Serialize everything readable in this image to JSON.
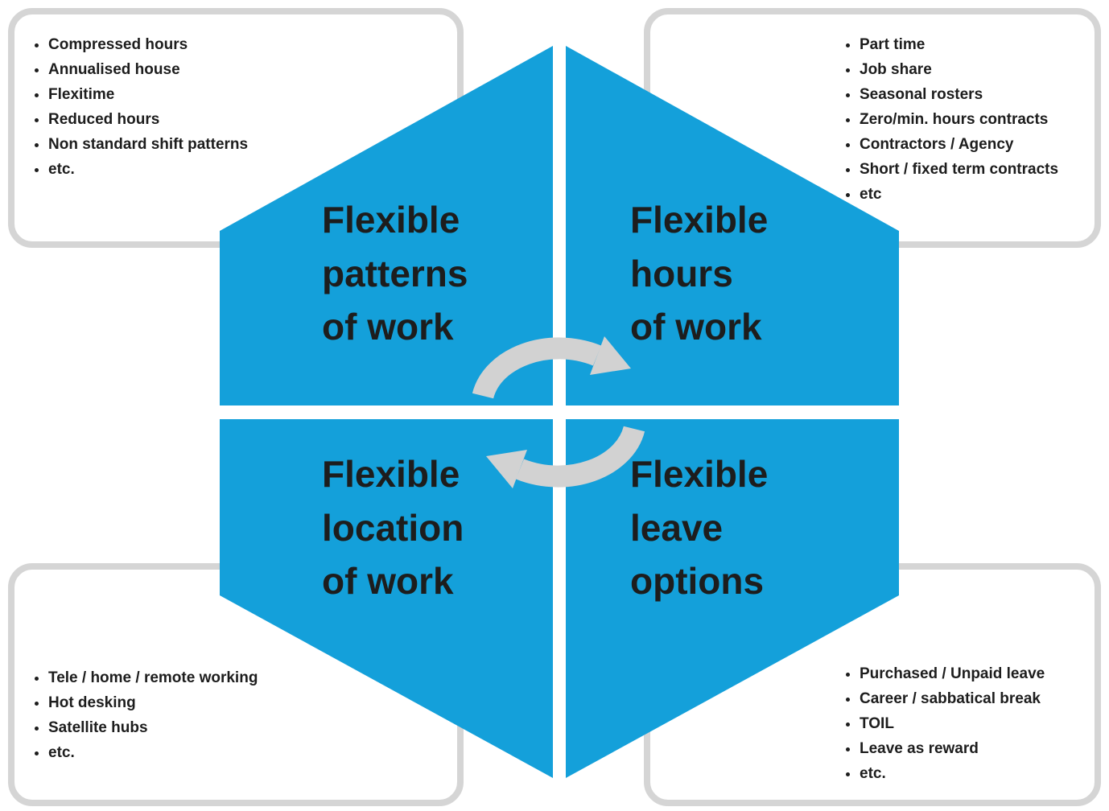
{
  "colors": {
    "hexagon": "#14a0da",
    "arrow": "#d2d2d2",
    "box_border": "#d5d5d5",
    "text": "#1d1d1d"
  },
  "quadrants": {
    "patterns": {
      "title": "Flexible\npatterns\nof work"
    },
    "hours": {
      "title": "Flexible\nhours\nof work"
    },
    "location": {
      "title": "Flexible\nlocation\nof work"
    },
    "leave": {
      "title": "Flexible\nleave\noptions"
    }
  },
  "boxes": {
    "top_left": {
      "items": [
        "Compressed hours",
        "Annualised house",
        "Flexitime",
        "Reduced hours",
        "Non standard shift patterns",
        "etc."
      ]
    },
    "top_right": {
      "items": [
        "Part time",
        "Job share",
        "Seasonal rosters",
        "Zero/min. hours contracts",
        "Contractors / Agency",
        "Short / fixed term contracts",
        "etc"
      ]
    },
    "bottom_left": {
      "items": [
        "Tele / home / remote working",
        "Hot desking",
        "Satellite hubs",
        "etc."
      ]
    },
    "bottom_right": {
      "items": [
        "Purchased / Unpaid leave",
        "Career / sabbatical break",
        "TOIL",
        "Leave as reward",
        "etc."
      ]
    }
  }
}
